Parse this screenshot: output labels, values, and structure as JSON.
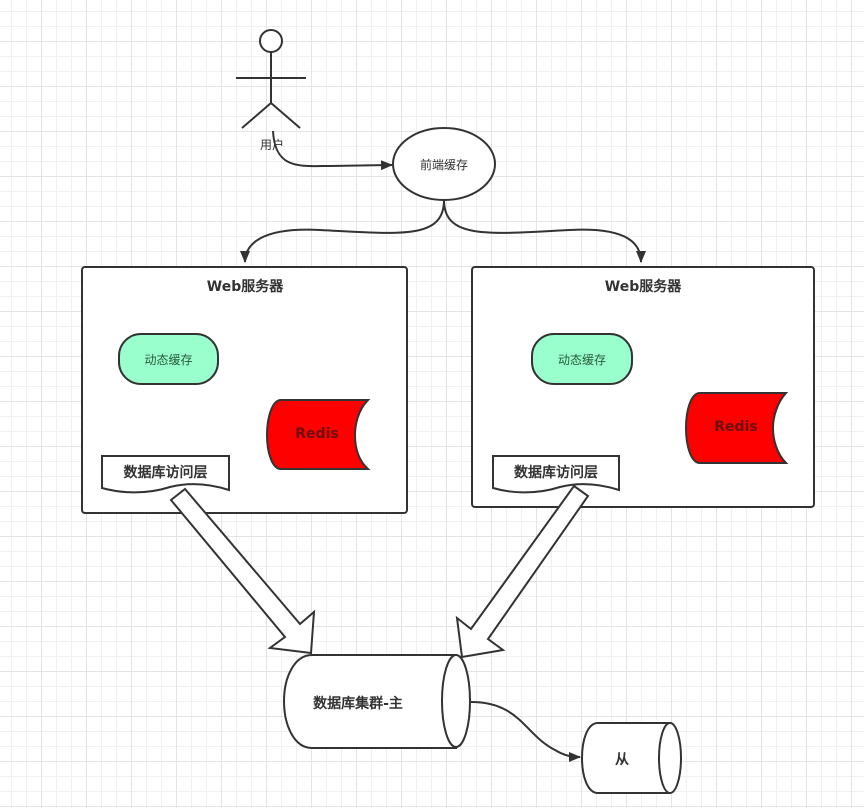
{
  "diagram": {
    "user": {
      "label": "用户",
      "icon": "actor-icon"
    },
    "frontend_cache": {
      "label": "前端缓存"
    },
    "servers": [
      {
        "title": "Web服务器",
        "dynamic_cache": "动态缓存",
        "redis": "Redis",
        "db_access": "数据库访问层"
      },
      {
        "title": "Web服务器",
        "dynamic_cache": "动态缓存",
        "redis": "Redis",
        "db_access": "数据库访问层"
      }
    ],
    "db_master": {
      "label": "数据库集群-主"
    },
    "db_slave": {
      "label": "从"
    },
    "colors": {
      "stroke": "#333333",
      "dynamic_cache_fill": "#99ffcc",
      "redis_fill": "#ff0000",
      "canvas": "#ffffff"
    }
  }
}
